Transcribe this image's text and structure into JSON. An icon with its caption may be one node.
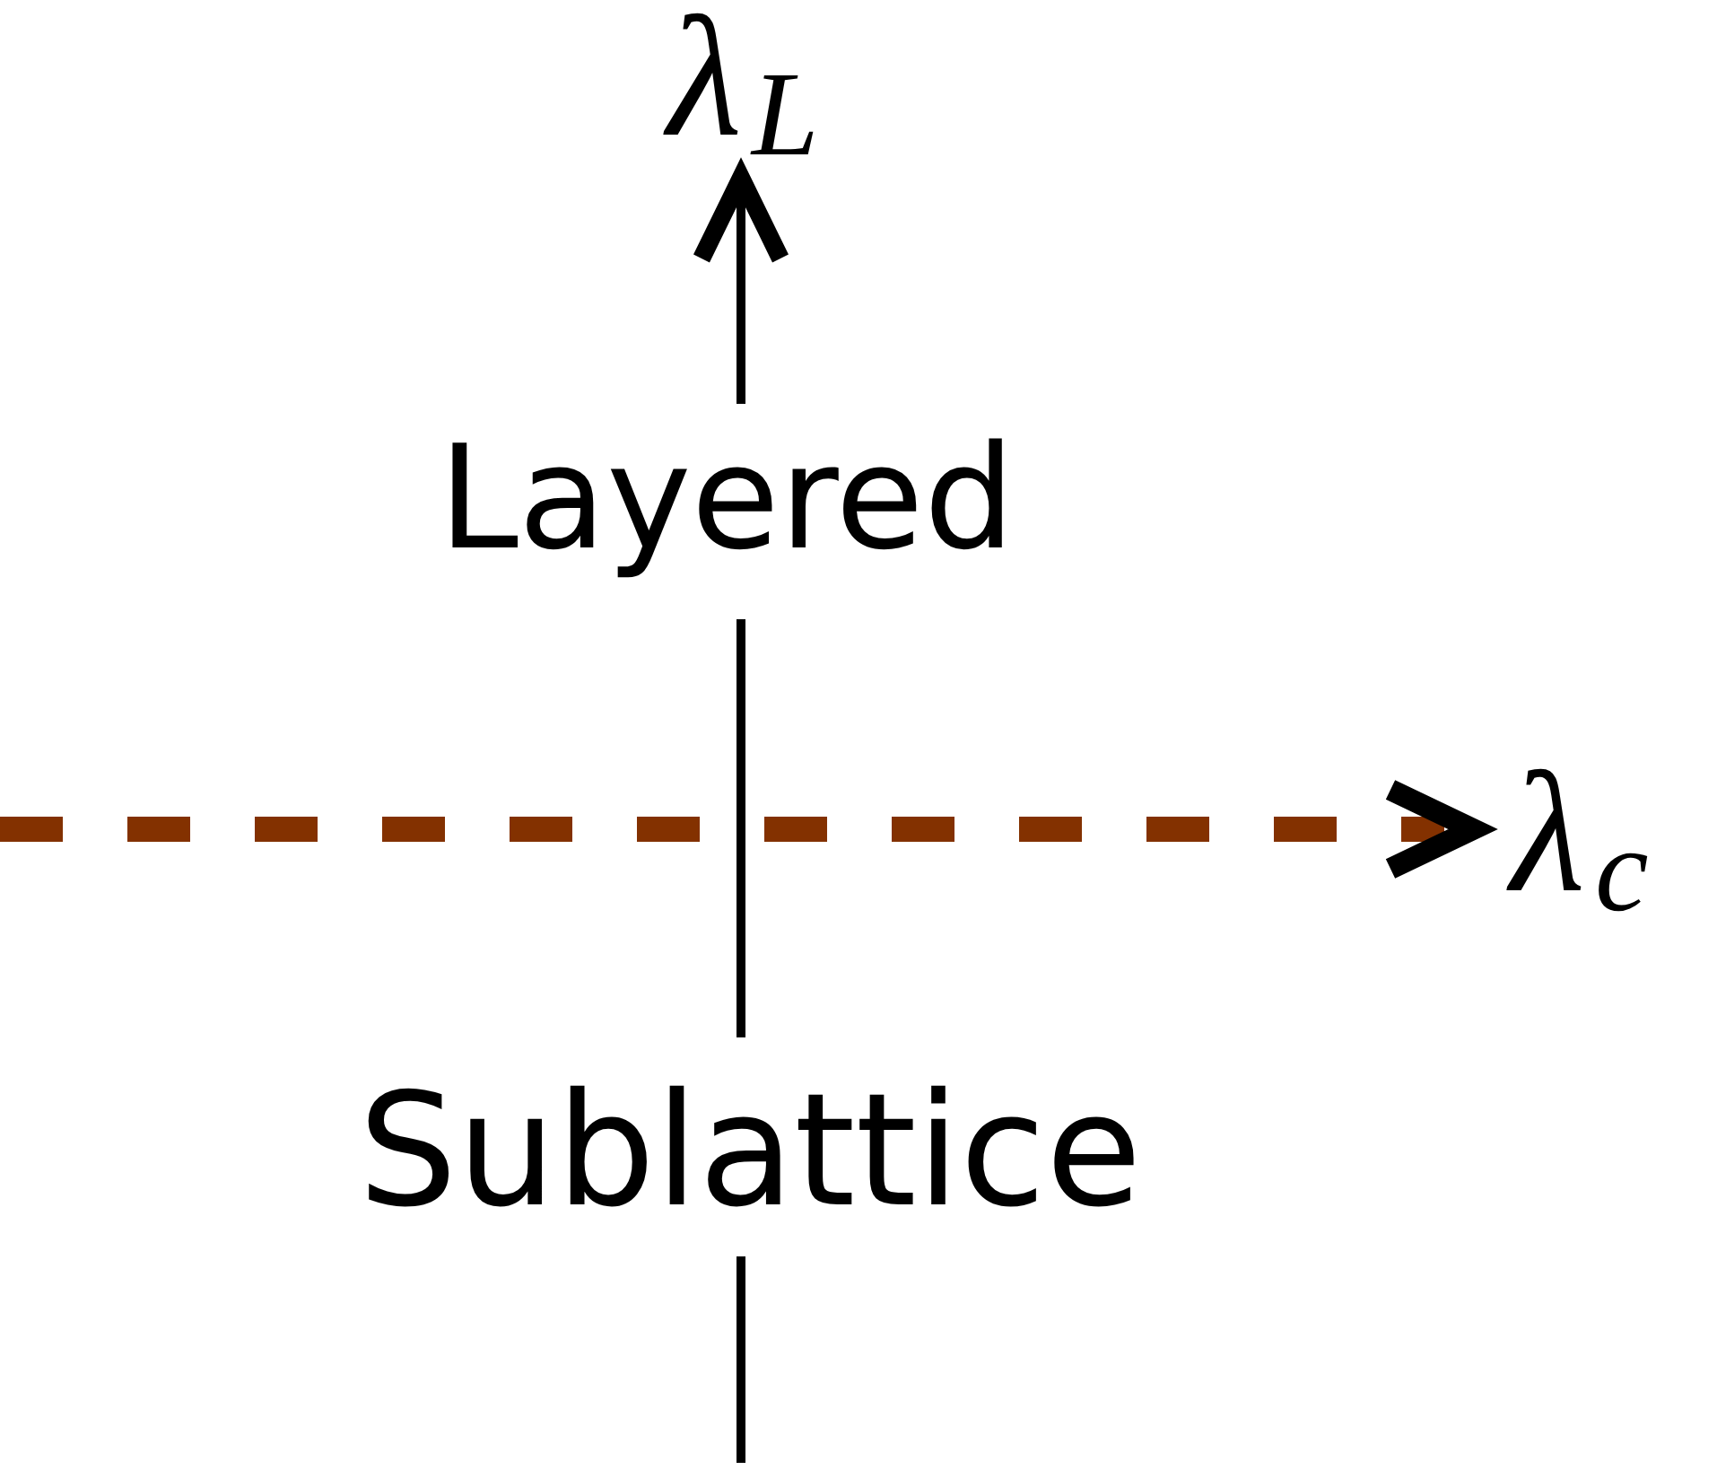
{
  "diagram": {
    "labels": [
      "λ$_{L}$",
      "Layered",
      "λ$_{c}$",
      "Sublattice"
    ]
  }
}
